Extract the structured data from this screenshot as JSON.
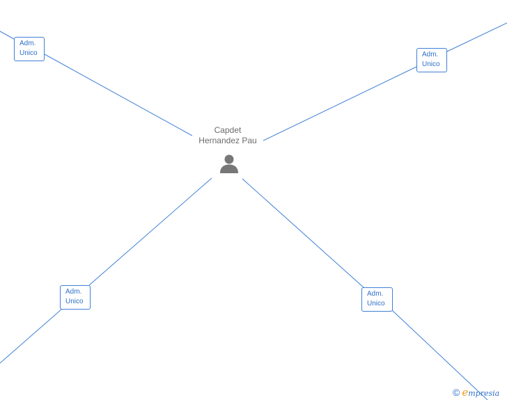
{
  "center": {
    "name_line1": "Capdet",
    "name_line2": "Hernandez Pau",
    "icon": "person-icon"
  },
  "roles": [
    {
      "line1": "Adm.",
      "line2": "Unico"
    },
    {
      "line1": "Adm.",
      "line2": "Unico"
    },
    {
      "line1": "Adm.",
      "line2": "Unico"
    },
    {
      "line1": "Adm.",
      "line2": "Unico"
    }
  ],
  "brand": {
    "copyright_symbol": "©",
    "initial": "e",
    "rest": "mpresia"
  },
  "colors": {
    "edge": "#3f7fd6",
    "box_border": "#3f7fd6",
    "box_text": "#2f6fc8",
    "center_text": "#6b6b6b",
    "person_icon": "#777777",
    "brand_accent": "#f29a18"
  }
}
